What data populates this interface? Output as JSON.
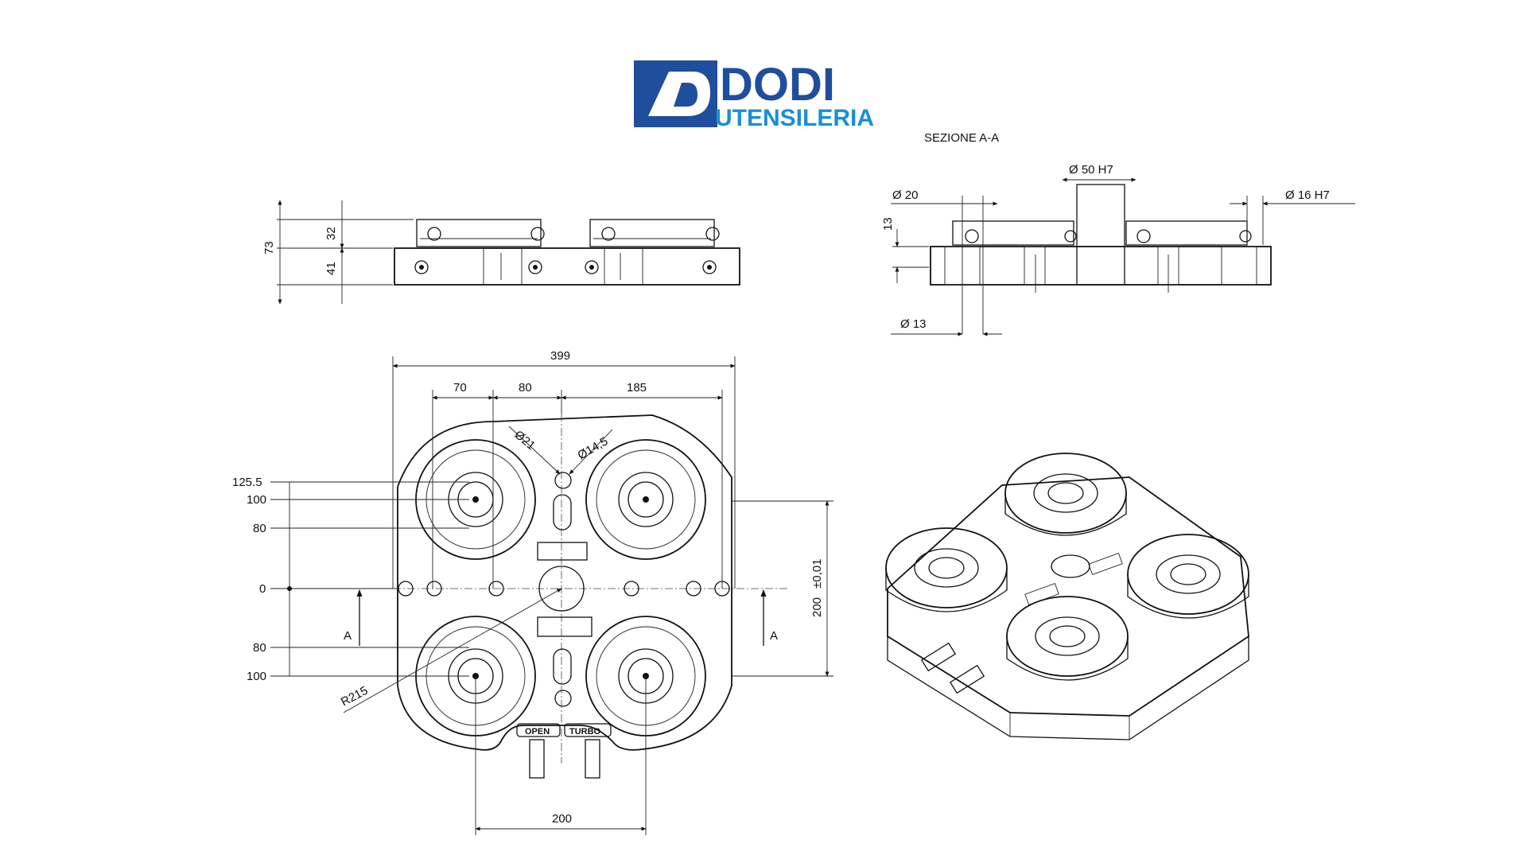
{
  "logo": {
    "brand": "DODI",
    "tagline": "UTENSILERIA",
    "colors": {
      "primary": "#1f4e9c",
      "accent": "#1a8fd6"
    }
  },
  "section": {
    "title": "SEZIONE A-A"
  },
  "side_view": {
    "dims": {
      "total": "73",
      "top": "32",
      "bottom": "41"
    }
  },
  "section_view": {
    "dims": {
      "d50": "Ø 50 H7",
      "d20": "Ø 20",
      "d16": "Ø 16 H7",
      "h13": "13",
      "d13": "Ø 13"
    }
  },
  "top_view": {
    "dims": {
      "width": "399",
      "w70": "70",
      "w80": "80",
      "w185": "185",
      "d21": "Ø21",
      "d145": "Ø14,5",
      "y1255": "125.5",
      "y100a": "100",
      "y80a": "80",
      "y0": "0",
      "y80b": "80",
      "y100b": "100",
      "v200": "200",
      "tol": "±0,01",
      "h200": "200",
      "r215": "R215",
      "a_left": "A",
      "a_right": "A"
    },
    "ports": {
      "open": "OPEN",
      "turbo": "TURBO"
    }
  }
}
